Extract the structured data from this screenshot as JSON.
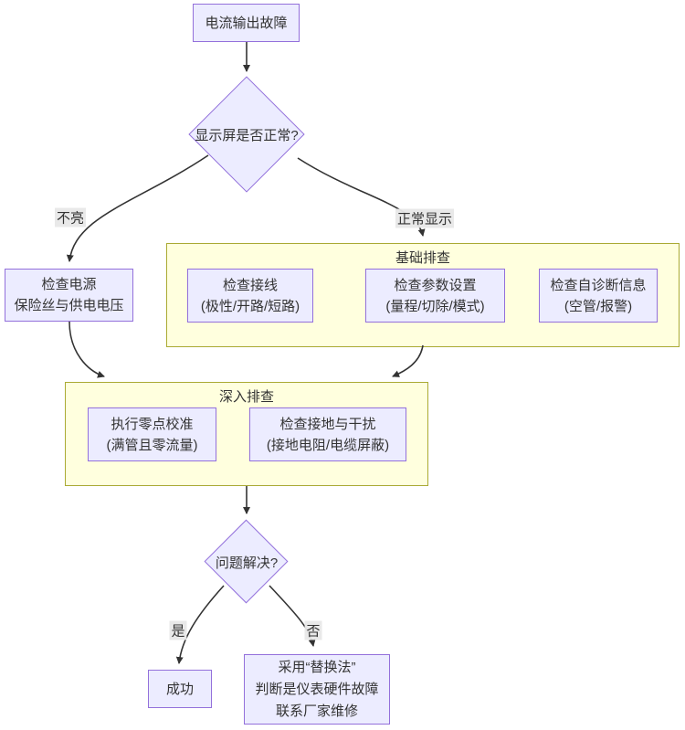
{
  "colors": {
    "node_fill": "#ECECFF",
    "node_border": "#9370DB",
    "cluster_fill": "#ffffde",
    "cluster_border": "#aaaa33",
    "edge_line": "#333333",
    "edge_label_bg": "#e8e8e8",
    "text": "#333333"
  },
  "nodes": {
    "start": {
      "label": "电流输出故障"
    },
    "display_decision": {
      "label": "显示屏是否正常?"
    },
    "check_power": {
      "lines": [
        "检查电源",
        "保险丝与供电电压"
      ]
    },
    "problem_decision": {
      "label": "问题解决?"
    },
    "success": {
      "label": "成功"
    },
    "replacement": {
      "lines": [
        "采用“替换法”",
        "判断是仪表硬件故障",
        "联系厂家维修"
      ]
    }
  },
  "clusters": {
    "basic": {
      "title": "基础排查",
      "boxes": [
        {
          "lines": [
            "检查接线",
            "(极性/开路/短路)"
          ]
        },
        {
          "lines": [
            "检查参数设置",
            "(量程/切除/模式)"
          ]
        },
        {
          "lines": [
            "检查自诊断信息",
            "(空管/报警)"
          ]
        }
      ]
    },
    "deep": {
      "title": "深入排查",
      "boxes": [
        {
          "lines": [
            "执行零点校准",
            "(满管且零流量)"
          ]
        },
        {
          "lines": [
            "检查接地与干扰",
            "(接地电阻/电缆屏蔽)"
          ]
        }
      ]
    }
  },
  "edge_labels": {
    "not_lit": "不亮",
    "normal_display": "正常显示",
    "yes": "是",
    "no": "否"
  }
}
